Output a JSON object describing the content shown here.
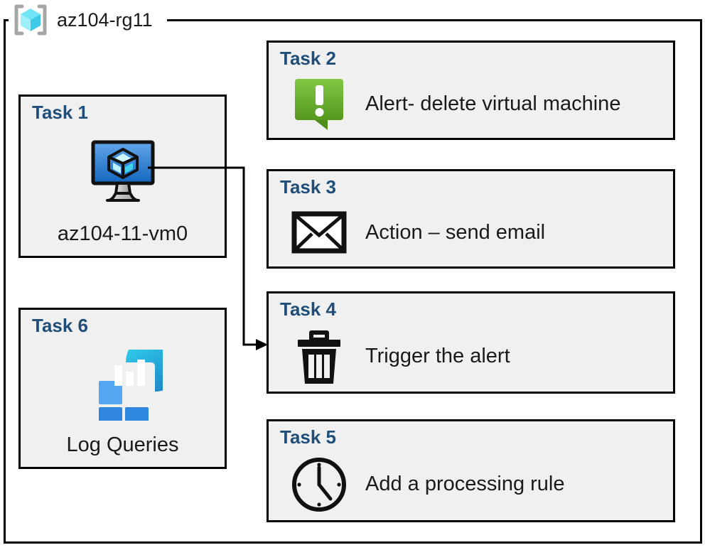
{
  "resource_group": {
    "name": "az104-rg11",
    "icon": "azure-resource-group-cube-icon"
  },
  "colors": {
    "task_title": "#1F4E79",
    "card_background": "#F0F0F0",
    "card_border": "#000000",
    "body_text": "#1A1A1A",
    "alert_green_light": "#7DC242",
    "alert_green_dark": "#5E9B25",
    "vm_blue_light": "#5B9BD5",
    "vm_blue_dark": "#1B6FC1",
    "log_blue": "#2E8BE0",
    "log_teal": "#2BC4E8",
    "rg_cube_cyan": "#4FD8F5",
    "connector": "#000000"
  },
  "cards": [
    {
      "id": "task-1",
      "title": "Task 1",
      "caption": "az104-11-vm0",
      "icon": "virtual-machine-monitor-icon",
      "layout": "vertical"
    },
    {
      "id": "task-2",
      "title": "Task 2",
      "label": "Alert- delete virtual machine",
      "icon": "alert-exclamation-bubble-icon",
      "layout": "horizontal"
    },
    {
      "id": "task-3",
      "title": "Task 3",
      "label": "Action – send email",
      "icon": "envelope-email-icon",
      "layout": "horizontal"
    },
    {
      "id": "task-4",
      "title": "Task 4",
      "label": "Trigger the alert",
      "icon": "trash-can-delete-icon",
      "layout": "horizontal"
    },
    {
      "id": "task-5",
      "title": "Task 5",
      "label": "Add a processing rule",
      "icon": "clock-time-icon",
      "layout": "horizontal"
    },
    {
      "id": "task-6",
      "title": "Task 6",
      "caption": "Log Queries",
      "icon": "log-analytics-chart-icon",
      "layout": "vertical"
    }
  ],
  "connector": {
    "from": "task-1",
    "to": "task-4",
    "style": "elbow-arrow"
  }
}
